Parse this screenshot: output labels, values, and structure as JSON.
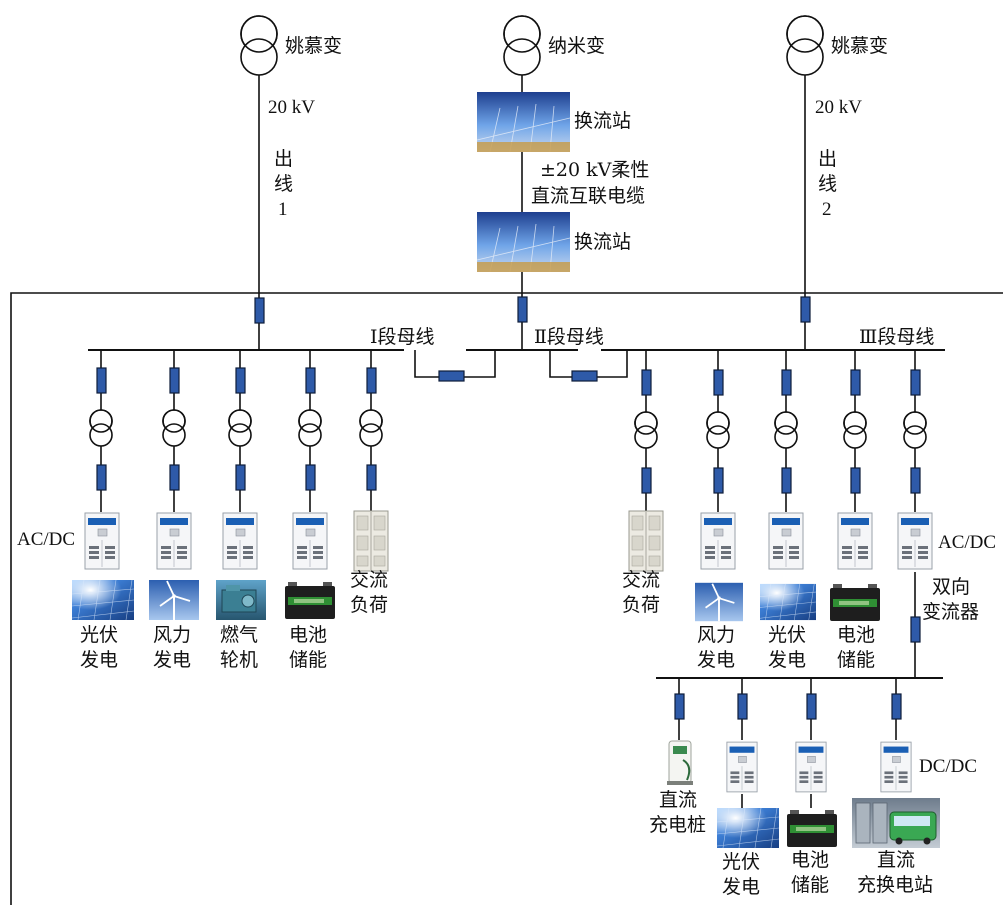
{
  "sources": {
    "left": "姚慕变",
    "center": "纳米变",
    "right": "姚慕变"
  },
  "feeders": {
    "left_kv": "20 kV",
    "left_name": [
      "出",
      "线",
      "1"
    ],
    "right_kv": "20 kV",
    "right_name": [
      "出",
      "线",
      "2"
    ]
  },
  "dc_link": {
    "station_top": "换流站",
    "station_bottom": "换流站",
    "cable_line1": "±20 kV柔性",
    "cable_line2": "直流互联电缆"
  },
  "buses": {
    "bus1": "Ⅰ段母线",
    "bus2": "Ⅱ段母线",
    "bus3": "Ⅲ段母线"
  },
  "converter_labels": {
    "left_acdc": "AC/DC",
    "right_acdc": "AC/DC",
    "bidirectional": [
      "双向",
      "变流器"
    ],
    "dcdc": "DC/DC"
  },
  "left_branches": [
    {
      "icon": "solar-panel",
      "label": [
        "光伏",
        "发电"
      ]
    },
    {
      "icon": "wind-turbine",
      "label": [
        "风力",
        "发电"
      ]
    },
    {
      "icon": "gas-turbine",
      "label": [
        "燃气",
        "轮机"
      ]
    },
    {
      "icon": "battery",
      "label": [
        "电池",
        "储能"
      ]
    },
    {
      "icon": "ac-load-cabinet",
      "label": [
        "交流",
        "负荷"
      ]
    }
  ],
  "right_branches": [
    {
      "icon": "ac-load-cabinet",
      "label": [
        "交流",
        "负荷"
      ]
    },
    {
      "icon": "wind-turbine",
      "label": [
        "风力",
        "发电"
      ]
    },
    {
      "icon": "solar-panel",
      "label": [
        "光伏",
        "发电"
      ]
    },
    {
      "icon": "battery",
      "label": [
        "电池",
        "储能"
      ]
    }
  ],
  "dc_branches": [
    {
      "icon": "dc-charging-pile",
      "label": [
        "直流",
        "充电桩"
      ]
    },
    {
      "icon": "solar-panel",
      "label": [
        "光伏",
        "发电"
      ]
    },
    {
      "icon": "battery",
      "label": [
        "电池",
        "储能"
      ]
    },
    {
      "icon": "bus-swap-station",
      "label": [
        "直流",
        "充换电站"
      ]
    }
  ],
  "colors": {
    "breaker": "#2e5aa8",
    "converter_panel": "#1a5fb4",
    "solar": "#3d7fd6",
    "battery": "#1e1e1e"
  }
}
